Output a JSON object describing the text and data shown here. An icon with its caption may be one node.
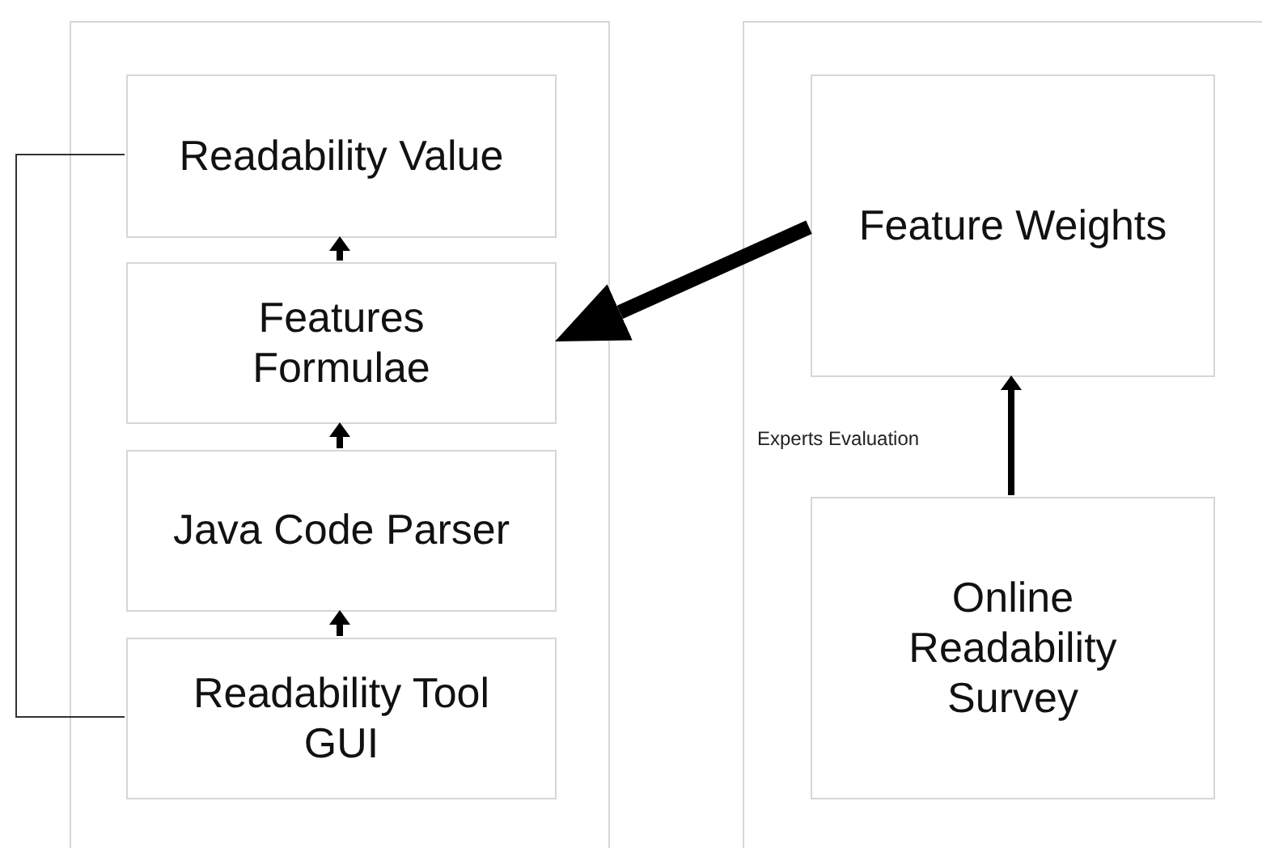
{
  "diagram": {
    "nodes": [
      {
        "text": [],
        "shape": "box"
      },
      {
        "text": [
          "Readability Value"
        ],
        "in": 0
      },
      {
        "text": [
          "Features Formulae"
        ],
        "in": 0
      },
      {
        "text": [
          "Java Code Parser"
        ],
        "in": 0
      },
      {
        "text": [
          "Readability Tool GUI"
        ],
        "in": 0
      },
      {
        "text": [],
        "shape": "box"
      },
      {
        "text": [
          "Feature Weights"
        ],
        "in": 5
      },
      {
        "text": [
          "Online Readability Survey"
        ],
        "in": 5
      }
    ],
    "edges": [
      {
        "from": 2,
        "to": 1,
        "arrow": "to"
      },
      {
        "from": 3,
        "to": 2,
        "arrow": "to"
      },
      {
        "from": 4,
        "to": 3,
        "arrow": "to"
      },
      {
        "from": 4,
        "to": 1,
        "arrow": "none"
      },
      {
        "from": 6,
        "to": 2,
        "arrow": "to",
        "style": "thick"
      },
      {
        "from": 7,
        "to": 6,
        "arrow": "to",
        "label": "Experts Evaluation"
      }
    ]
  }
}
